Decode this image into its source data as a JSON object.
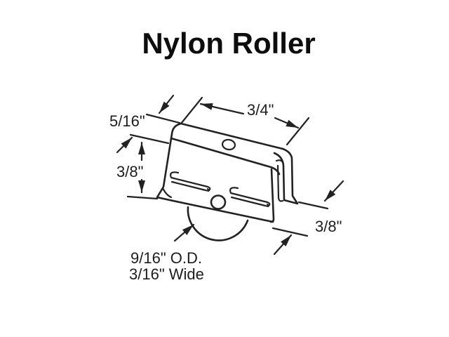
{
  "title": "Nylon Roller",
  "diagram": {
    "part_name": "Nylon Roller",
    "kind": "technical-dimension-drawing",
    "colors": {
      "background": "#ffffff",
      "line": "#222222",
      "text": "#1d1d1d"
    },
    "labels": {
      "top_depth": "5/16\"",
      "length": "3/4\"",
      "side_height": "3/8\"",
      "track_height": "3/8\"",
      "roller_diameter": "9/16\" O.D.",
      "roller_width": "3/16\" Wide"
    }
  }
}
